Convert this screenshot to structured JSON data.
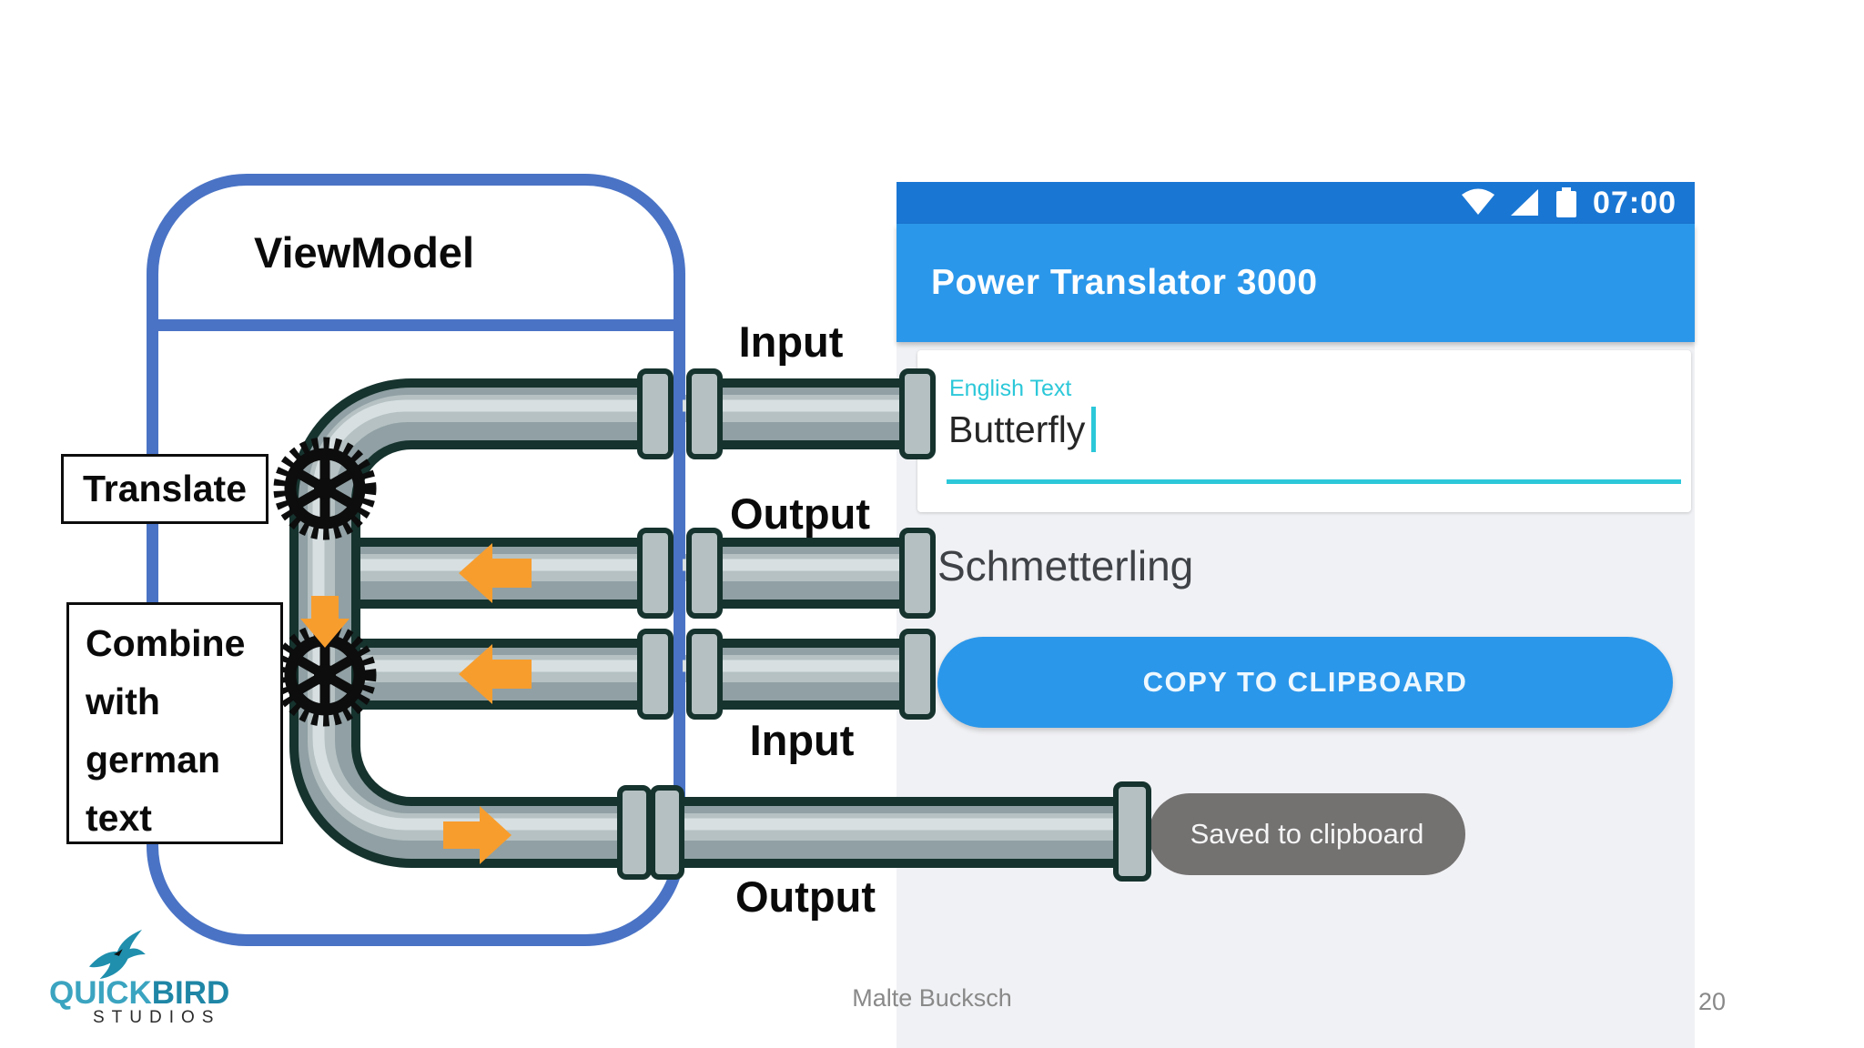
{
  "slide": {
    "author": "Malte Bucksch",
    "page": "20"
  },
  "logo": {
    "brand_quick": "QUICK",
    "brand_bird": "BIRD",
    "studios": "STUDIOS"
  },
  "viewmodel": {
    "title": "ViewModel",
    "translate_label": "Translate",
    "combine_label": "Combine with german text"
  },
  "flow": {
    "input_top": "Input",
    "output_mid": "Output",
    "input_mid": "Input",
    "output_bottom": "Output"
  },
  "phone": {
    "status_time": "07:00",
    "appbar_title": "Power Translator 3000",
    "field_label": "English Text",
    "field_value": "Butterfly",
    "translation": "Schmetterling",
    "copy_button": "COPY TO CLIPBOARD",
    "toast": "Saved to clipboard"
  },
  "colors": {
    "status_bar_blue": "#1a76d3",
    "app_bar_blue": "#2b97ea",
    "button_blue": "#2b97ea",
    "accent_cyan": "#2cc8d9",
    "toast_gray": "#747171",
    "viewmodel_border_blue": "#4a73c5",
    "pipe_body_gray": "#90a0a4",
    "pipe_outline": "#16332e",
    "arrow_orange": "#f79d2e"
  }
}
